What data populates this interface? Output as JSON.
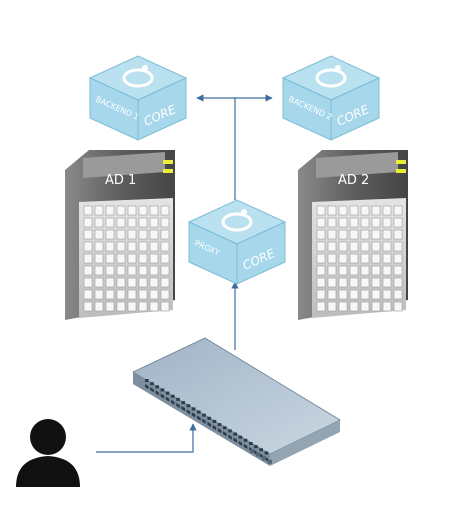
{
  "diagram": {
    "servers": [
      {
        "label": "AD 1"
      },
      {
        "label": "AD 2"
      }
    ],
    "cores": [
      {
        "left_label": "BACKEND 1",
        "right_label": "CORE"
      },
      {
        "left_label": "BACKEND 2",
        "right_label": "CORE"
      },
      {
        "left_label": "PROXY",
        "right_label": "CORE"
      }
    ],
    "colors": {
      "core_top": "#b9e1f0",
      "core_side": "#a6d7ea",
      "core_edge": "#7cbcd6",
      "core_text": "#ffffff",
      "server_body": "#6f6f6f",
      "server_front": "#cfcfcf",
      "server_grid": "#f2f2f2",
      "server_led": "#e8ee3a",
      "switch_top": "#b7c7d6",
      "switch_front": "#7d8e9e",
      "connector": "#3c6e9e",
      "user": "#111111"
    },
    "icons": [
      "server-icon",
      "core-node-icon",
      "network-switch-icon",
      "user-icon"
    ]
  }
}
